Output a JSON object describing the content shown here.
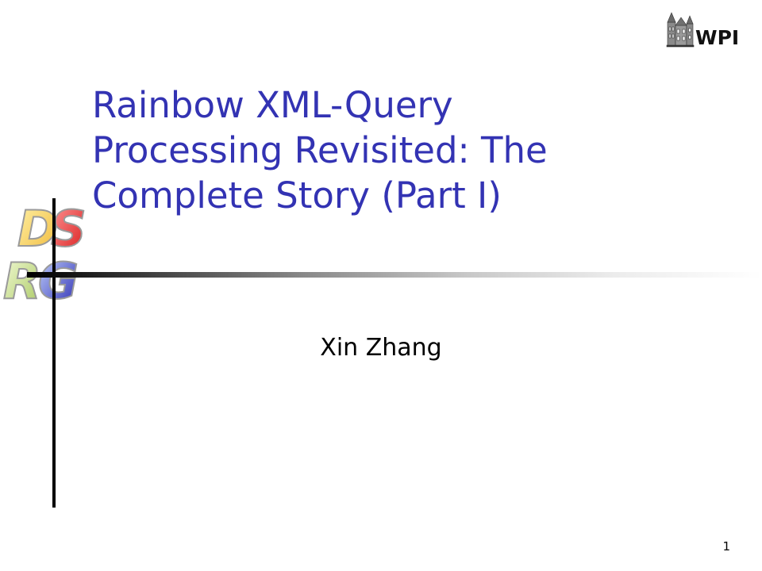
{
  "slide": {
    "title": "Rainbow XML-Query\nProcessing Revisited: The\nComplete Story (Part I)",
    "author": "Xin Zhang",
    "slide_number": "1",
    "title_color": "#3333b3"
  },
  "logos": {
    "wpi": {
      "icon": "wpi-building-icon",
      "text": "WPI"
    },
    "dsrg": {
      "text_top": "DS",
      "text_bottom": "RG"
    }
  }
}
